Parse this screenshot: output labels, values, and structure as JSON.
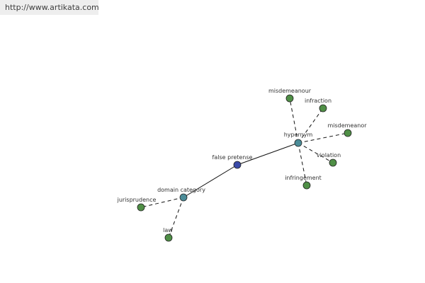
{
  "site_url": "http://www.artikata.com",
  "colors": {
    "center_node": "#3a4aa8",
    "relation_node": "#4b8c98",
    "leaf_node": "#4f8f46",
    "edge": "#111111",
    "banner_bg": "#eeeeee"
  },
  "nodes": {
    "false_pretense": "false pretense",
    "hypernym": "hypernym",
    "domain_category": "domain category",
    "misdemeanour": "misdemeanour",
    "infraction": "infraction",
    "misdemeanor": "misdemeanor",
    "violation": "violation",
    "infringement": "infringement",
    "jurisprudence": "jurisprudence",
    "law": "law"
  }
}
